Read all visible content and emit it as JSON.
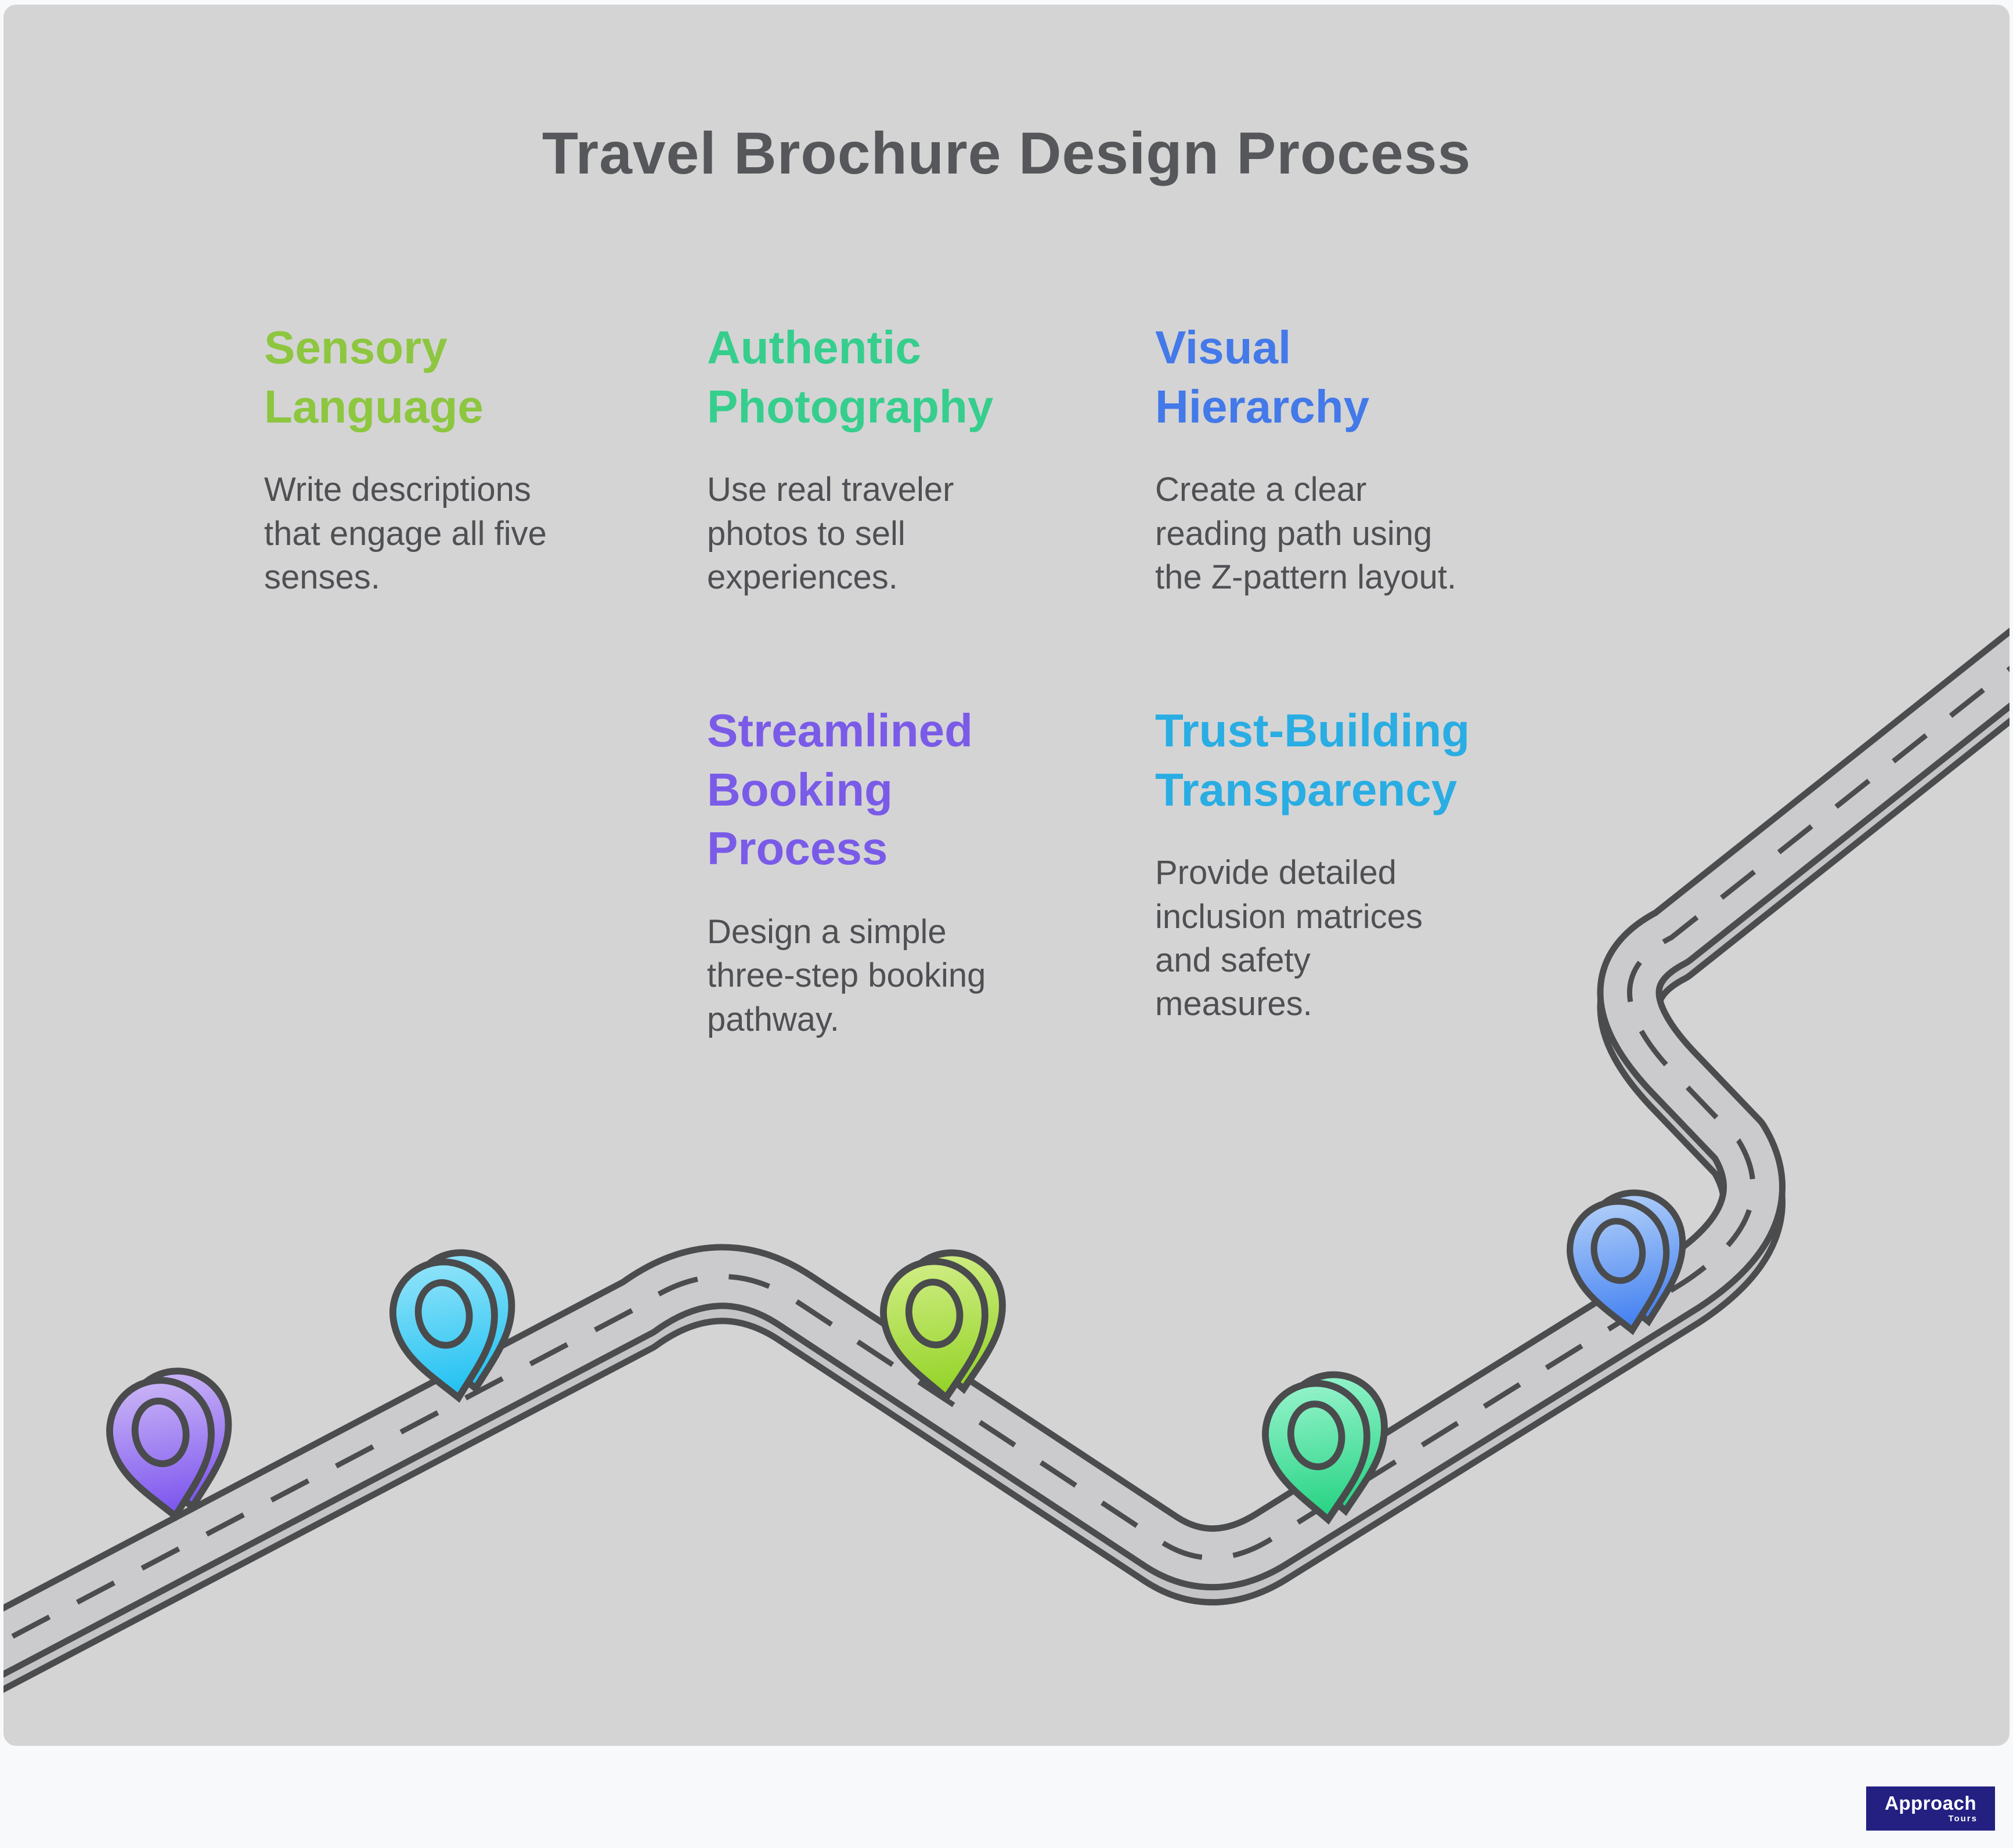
{
  "colors": {
    "page_bg": "#F8F9FB",
    "panel_bg": "#D4D4D5",
    "title_text": "#56575A",
    "body_text": "#4F5053",
    "road_outline": "#4B4C4E",
    "road_surface": "#CBCBCD",
    "road_surface_shadow": "#C4C4C6",
    "pin_outline": "#4A4B4D"
  },
  "title": "Travel Brochure Design Process",
  "steps": [
    {
      "heading": "Sensory\nLanguage",
      "description": "Write descriptions\nthat engage all five\nsenses.",
      "color": "#8DC63F"
    },
    {
      "heading": "Authentic\nPhotography",
      "description": "Use real traveler\nphotos to sell\nexperiences.",
      "color": "#36CE8D"
    },
    {
      "heading": "Visual\nHierarchy",
      "description": "Create a clear\nreading path using\nthe Z-pattern layout.",
      "color": "#4379E8"
    },
    {
      "heading": "Streamlined\nBooking\nProcess",
      "description": "Design a simple\nthree-step booking\npathway.",
      "color": "#7A5BE8"
    },
    {
      "heading": "Trust-Building\nTransparency",
      "description": "Provide detailed\ninclusion matrices\nand safety\nmeasures.",
      "color": "#29ADE3"
    }
  ],
  "pins": [
    {
      "step": "streamlined-booking-process",
      "light": "#C9B4F6",
      "dark": "#7A52EE"
    },
    {
      "step": "trust-building-transparency",
      "light": "#8FE3F9",
      "dark": "#1FC0F2"
    },
    {
      "step": "sensory-language",
      "light": "#CFED83",
      "dark": "#92D224"
    },
    {
      "step": "authentic-photography",
      "light": "#93F3CA",
      "dark": "#23D281"
    },
    {
      "step": "visual-hierarchy",
      "light": "#AECDF9",
      "dark": "#3F7EF0"
    }
  ],
  "logo": {
    "brand": "Approach",
    "sub": "Tours",
    "bg": "#232082",
    "text": "#FFFFFF"
  }
}
